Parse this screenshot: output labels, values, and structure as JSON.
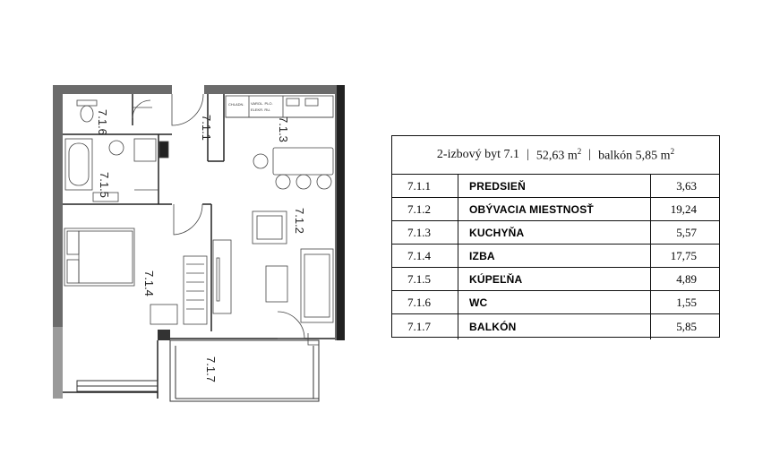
{
  "plan_labels": {
    "predsien": "7.1.1",
    "obyvacia": "7.1.2",
    "kuchyna": "7.1.3",
    "izba": "7.1.4",
    "kupelna": "7.1.5",
    "wc": "7.1.6",
    "balkon": "7.1.7"
  },
  "appliance_labels": {
    "fridge": "CHLADN.",
    "hob_top": "VAROL. PLO.",
    "hob_bottom": "ELEKR. RU."
  },
  "summary": {
    "title": "2-izbový byt 7.1",
    "separator": "|",
    "area": "52,63 m",
    "area_unit_sup": "2",
    "balcony": "balkón 5,85 m",
    "balcony_unit_sup": "2"
  },
  "rooms": [
    {
      "code": "7.1.1",
      "name": "PREDSIEŇ",
      "area": "3,63"
    },
    {
      "code": "7.1.2",
      "name": "OBÝVACIA MIESTNOSŤ",
      "area": "19,24"
    },
    {
      "code": "7.1.3",
      "name": "KUCHYŇA",
      "area": "5,57"
    },
    {
      "code": "7.1.4",
      "name": "IZBA",
      "area": "17,75"
    },
    {
      "code": "7.1.5",
      "name": "KÚPEĽŇA",
      "area": "4,89"
    },
    {
      "code": "7.1.6",
      "name": "WC",
      "area": "1,55"
    },
    {
      "code": "7.1.7",
      "name": "BALKÓN",
      "area": "5,85"
    }
  ]
}
